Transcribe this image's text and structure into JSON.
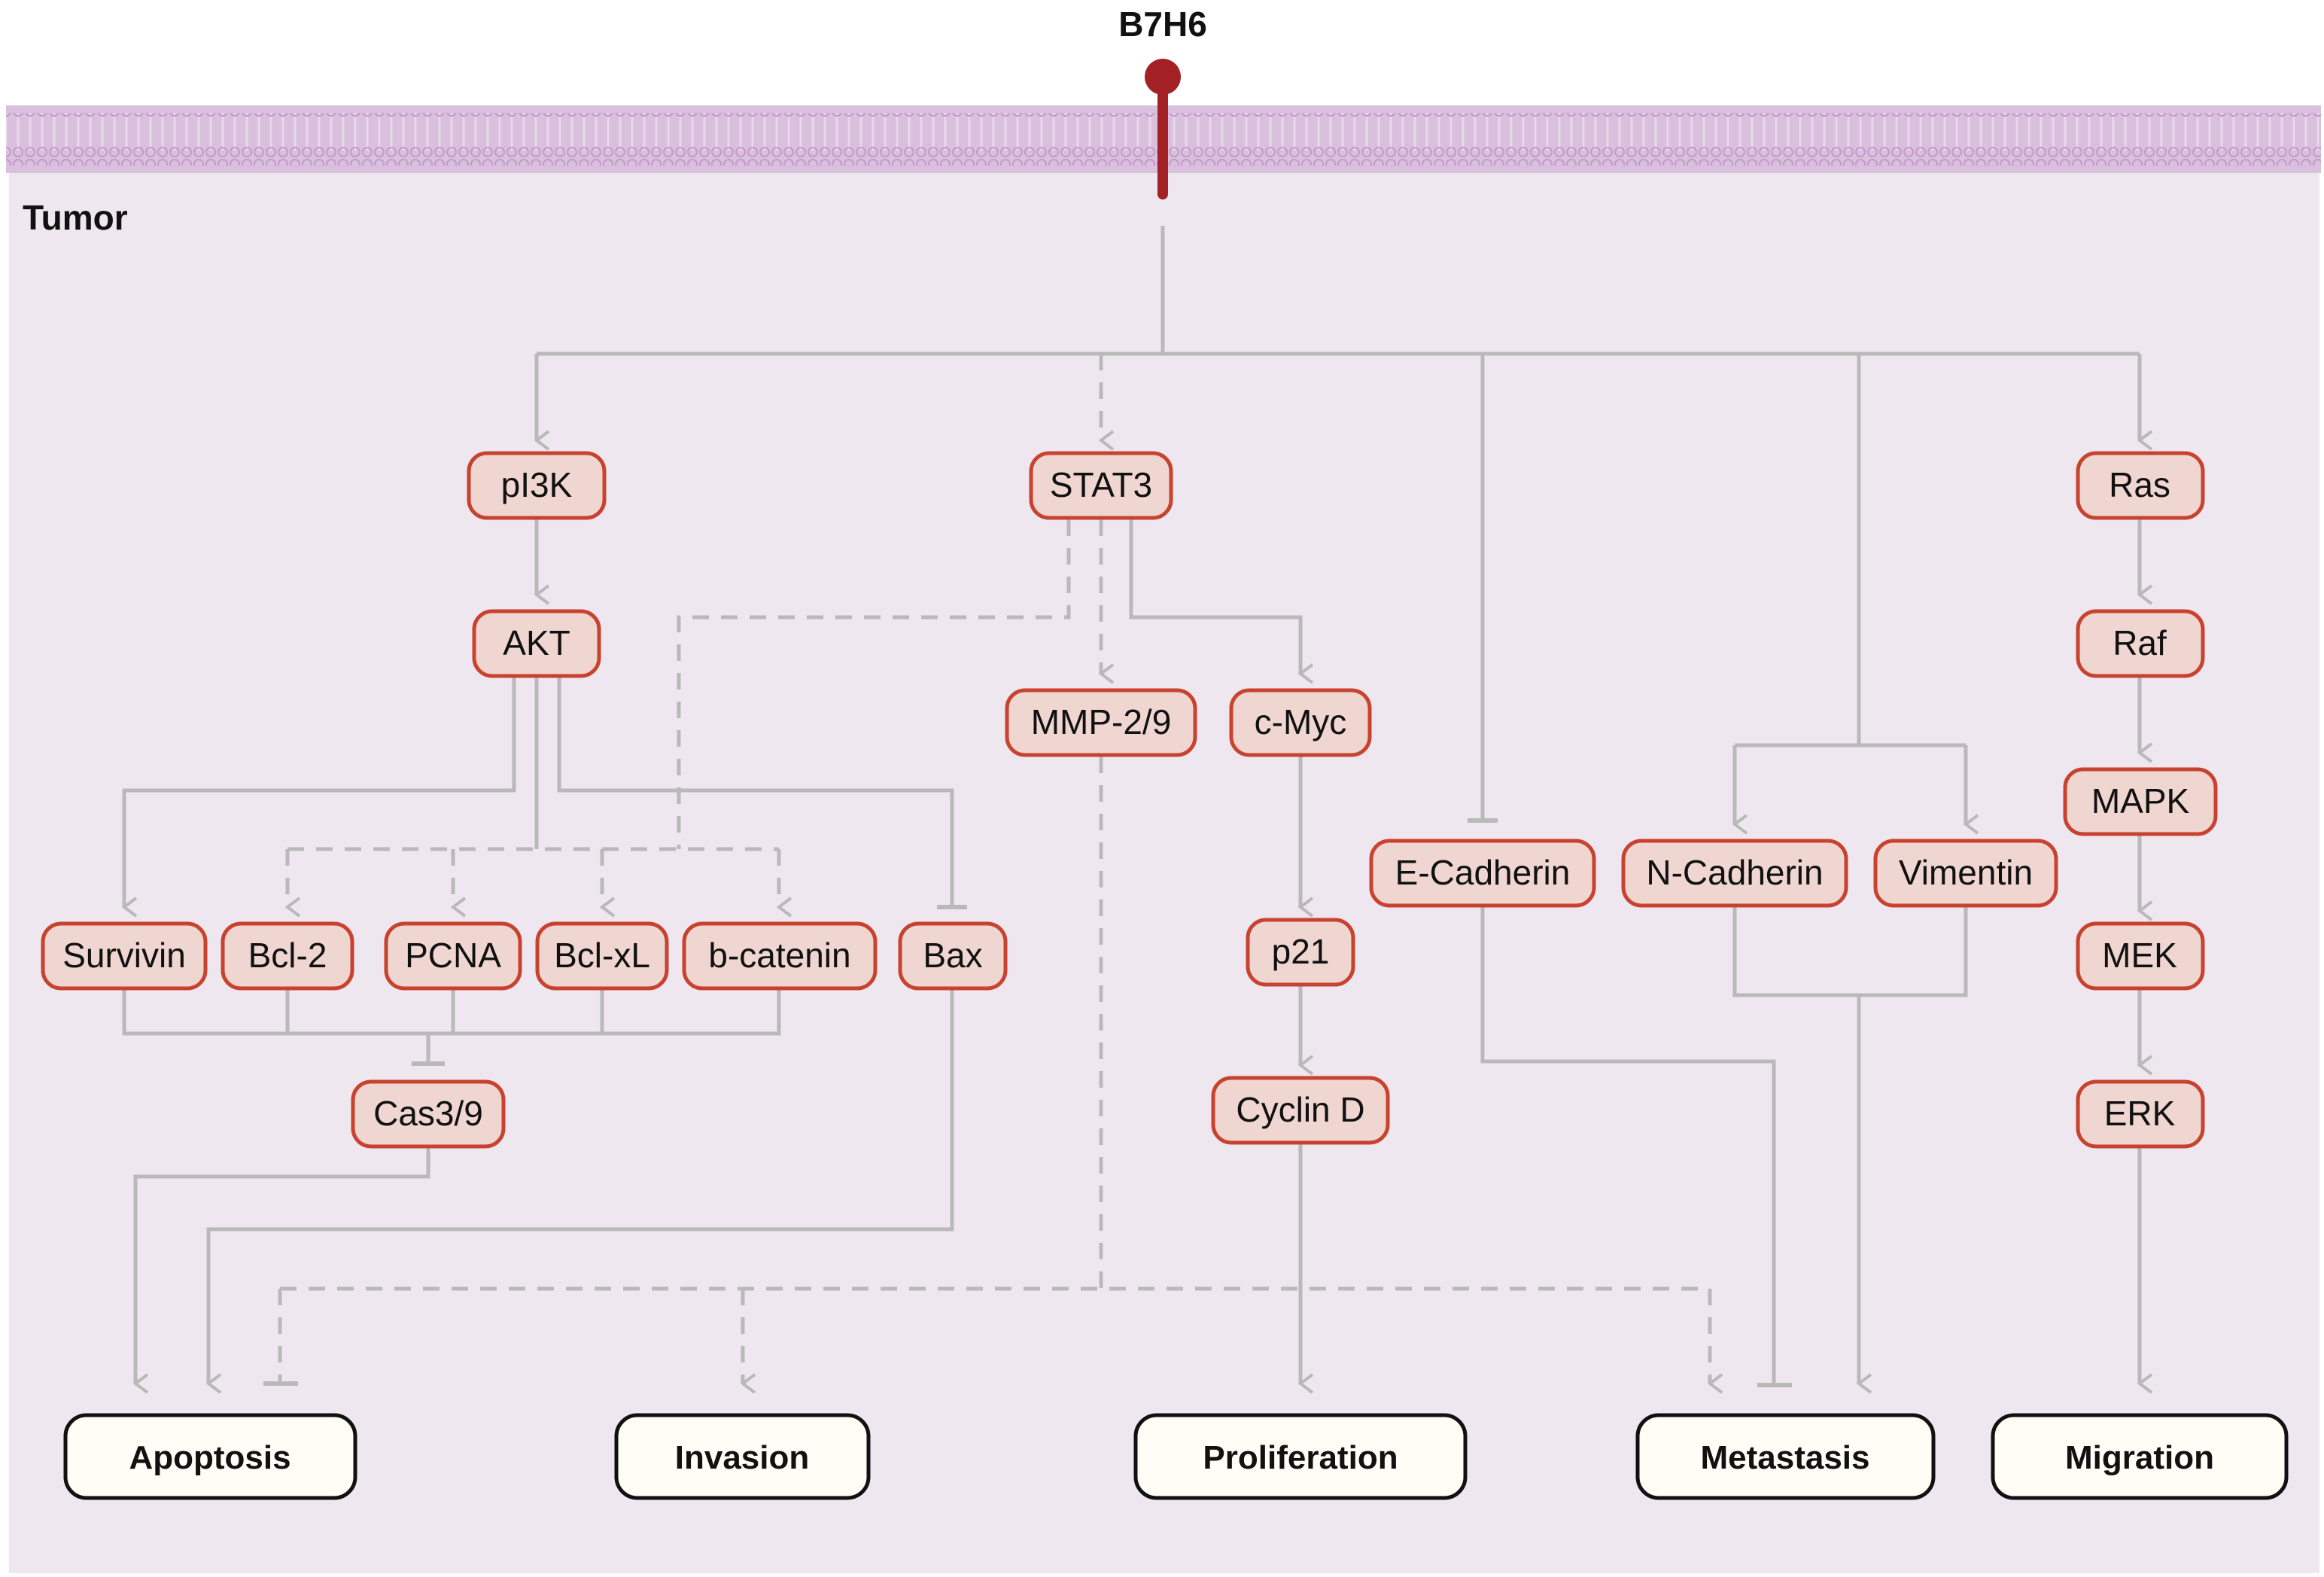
{
  "diagram": {
    "receptor": "B7H6",
    "compartment": "Tumor",
    "nodes": {
      "pi3k": "pI3K",
      "stat3": "STAT3",
      "ras": "Ras",
      "akt": "AKT",
      "raf": "Raf",
      "mmp": "MMP-2/9",
      "cmyc": "c-Myc",
      "mapk": "MAPK",
      "ecad": "E-Cadherin",
      "ncad": "N-Cadherin",
      "vim": "Vimentin",
      "survivin": "Survivin",
      "bcl2": "Bcl-2",
      "pcna": "PCNA",
      "bclxl": "Bcl-xL",
      "bcat": "b-catenin",
      "bax": "Bax",
      "p21": "p21",
      "mek": "MEK",
      "cas": "Cas3/9",
      "cyclind": "Cyclin D",
      "erk": "ERK"
    },
    "outcomes": {
      "apoptosis": "Apoptosis",
      "invasion": "Invasion",
      "proliferation": "Proliferation",
      "metastasis": "Metastasis",
      "migration": "Migration"
    },
    "colors": {
      "membrane": "#d7b6dc",
      "cytoplasm": "#efe7ef",
      "node_fill": "#efd6d1",
      "node_border": "#c8432f",
      "receptor": "#a32024",
      "edge": "#b9b9b9",
      "outcome_fill": "#fffdf6"
    }
  }
}
